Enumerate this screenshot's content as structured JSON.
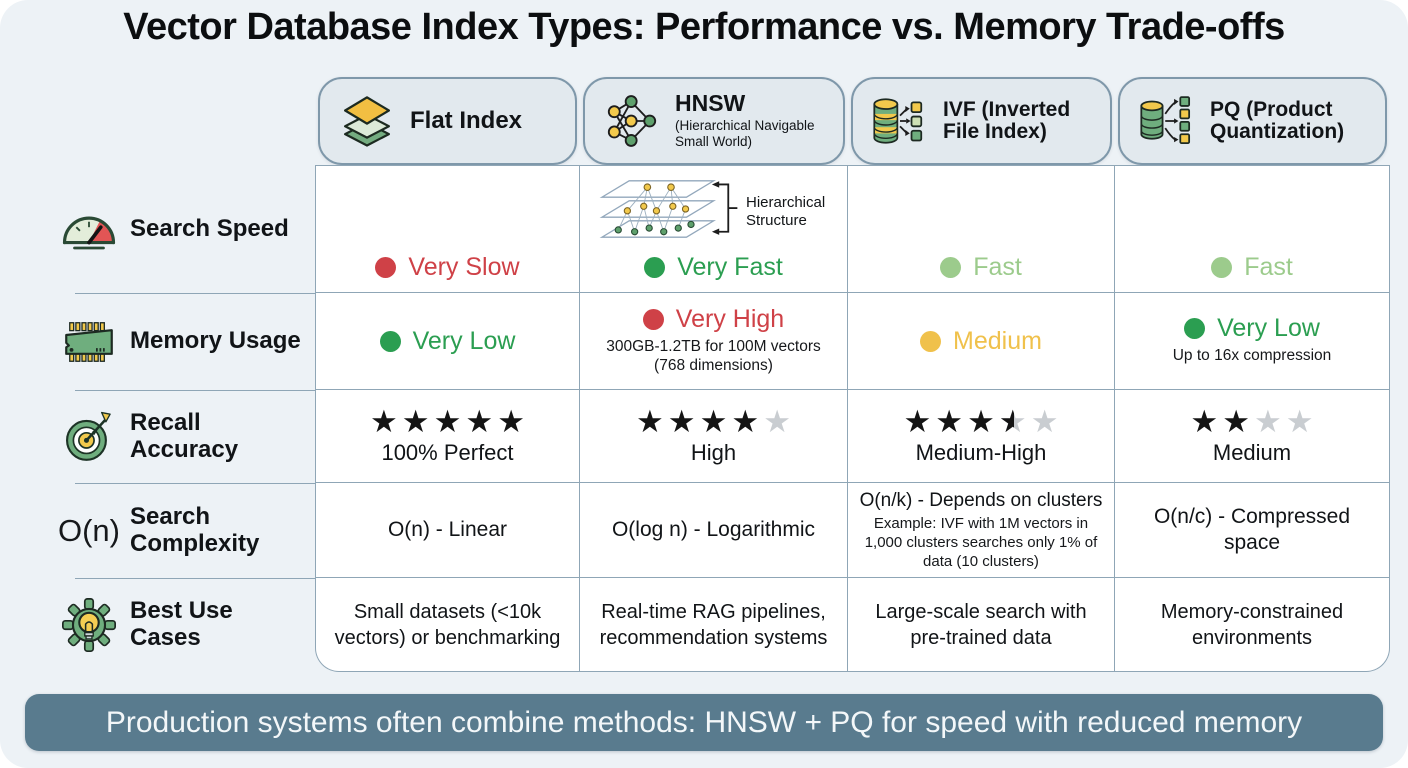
{
  "title": "Vector Database Index Types: Performance vs. Memory Trade-offs",
  "columns": {
    "flat": {
      "title": "Flat Index"
    },
    "hnsw": {
      "title": "HNSW",
      "subtitle": "(Hierarchical Navigable Small World)"
    },
    "ivf": {
      "title": "IVF (Inverted File Index)"
    },
    "pq": {
      "title": "PQ (Product Quantization)"
    }
  },
  "rows": {
    "search_speed": {
      "label": "Search Speed",
      "hierarchy_note": "Hierarchical Structure",
      "cells": {
        "flat": {
          "text": "Very Slow",
          "color": "#cf4147"
        },
        "hnsw": {
          "text": "Very Fast",
          "color": "#2b9e51"
        },
        "ivf": {
          "text": "Fast",
          "color": "#9ccb8c"
        },
        "pq": {
          "text": "Fast",
          "color": "#9ccb8c"
        }
      }
    },
    "memory_usage": {
      "label": "Memory Usage",
      "cells": {
        "flat": {
          "text": "Very Low",
          "color": "#2b9e51"
        },
        "hnsw": {
          "text": "Very High",
          "color": "#cf4147",
          "note": "300GB-1.2TB for 100M vectors (768 dimensions)"
        },
        "ivf": {
          "text": "Medium",
          "color": "#f0c14b"
        },
        "pq": {
          "text": "Very Low",
          "color": "#2b9e51",
          "note": "Up to 16x compression"
        }
      }
    },
    "recall_accuracy": {
      "label": "Recall Accuracy",
      "cells": {
        "flat": {
          "stars": {
            "full": 5,
            "half": false,
            "total": 5
          },
          "text": "100% Perfect"
        },
        "hnsw": {
          "stars": {
            "full": 4,
            "half": false,
            "total": 5
          },
          "text": "High"
        },
        "ivf": {
          "stars": {
            "full": 3,
            "half": true,
            "total": 5
          },
          "text": "Medium-High"
        },
        "pq": {
          "stars": {
            "full": 2,
            "half": false,
            "total": 4
          },
          "text": "Medium"
        }
      }
    },
    "search_complexity": {
      "label": "Search Complexity",
      "icon_text": "O(n)",
      "cells": {
        "flat": {
          "text": "O(n) - Linear"
        },
        "hnsw": {
          "text": "O(log n) - Logarithmic"
        },
        "ivf": {
          "text": "O(n/k) - Depends on clusters",
          "note": "Example: IVF with 1M vectors in 1,000 clusters searches only 1% of data (10 clusters)"
        },
        "pq": {
          "text": "O(n/c) - Compressed space"
        }
      }
    },
    "best_use_cases": {
      "label": "Best Use Cases",
      "cells": {
        "flat": {
          "text": "Small datasets (<10k vectors) or benchmarking"
        },
        "hnsw": {
          "text": "Real-time RAG pipelines, recommendation systems"
        },
        "ivf": {
          "text": "Large-scale search with pre-trained data"
        },
        "pq": {
          "text": "Memory-constrained environments"
        }
      }
    }
  },
  "star_colors": {
    "filled": "#141414",
    "empty": "#c9cdd1"
  },
  "footer": {
    "text": "Production systems often combine methods: HNSW + PQ for speed with reduced memory",
    "bg": "#597b8e"
  }
}
